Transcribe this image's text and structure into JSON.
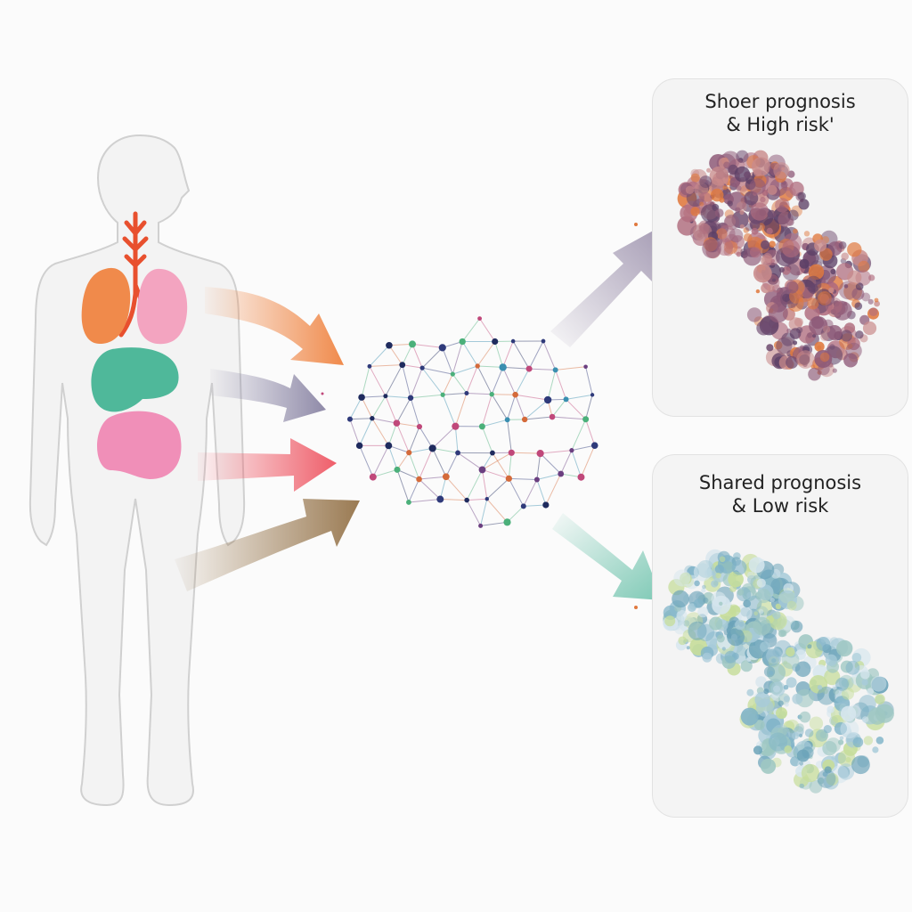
{
  "panels": {
    "high": {
      "line1": "Shoer prognosis",
      "line2": "& High risk'",
      "cluster_colors": [
        "#6d4a6e",
        "#8e5a78",
        "#b06c7e",
        "#e0793e",
        "#5b3f66",
        "#c98b8b"
      ]
    },
    "low": {
      "line1": "Shared prognosis",
      "line2": "& Low risk",
      "cluster_colors": [
        "#7fb3c8",
        "#a7cbd9",
        "#c6dd9a",
        "#6aa2b8",
        "#d6e6ee",
        "#9ec7c2"
      ]
    }
  },
  "organs": {
    "lung_left": "#f08a4b",
    "lung_right": "#f3a4c0",
    "liver": "#4fb89a",
    "kidney": "#f08fb8",
    "vessel": "#e8502e"
  },
  "arrows": {
    "colors": [
      "#f08a4b",
      "#8f8aa8",
      "#ef5e6a",
      "#9a7a52",
      "#a49ab3",
      "#7ec9b5"
    ]
  },
  "network": {
    "node_colors": [
      "#2f3a7a",
      "#6b3f80",
      "#3a8fb0",
      "#d46a3a",
      "#4bb07a",
      "#c0487a",
      "#1f2b5e"
    ]
  }
}
